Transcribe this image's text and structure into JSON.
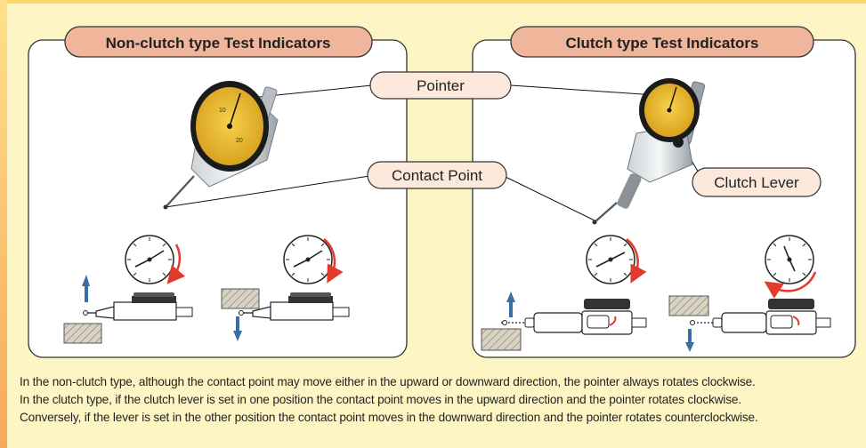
{
  "panels": {
    "left_title": "Non-clutch type Test Indicators",
    "right_title": "Clutch type Test Indicators"
  },
  "callouts": {
    "pointer": "Pointer",
    "contact_point": "Contact Point",
    "clutch_lever": "Clutch Lever"
  },
  "caption": {
    "line1": "In the non-clutch type, although the contact point may move either in the upward or downward direction, the pointer always rotates clockwise.",
    "line2": "In the clutch type, if the clutch lever is set in one position the contact point moves in the upward direction and the pointer rotates clockwise.",
    "line3": "Conversely, if the lever is set in the other position the contact point moves in the downward direction and the pointer rotates counterclockwise."
  },
  "colors": {
    "title_fill": "#f0b69c",
    "callout_fill": "#fde8dc",
    "dial_yellow": "#f1c232",
    "arrow_red": "#e23a2c",
    "arrow_blue": "#3b6ea5"
  }
}
